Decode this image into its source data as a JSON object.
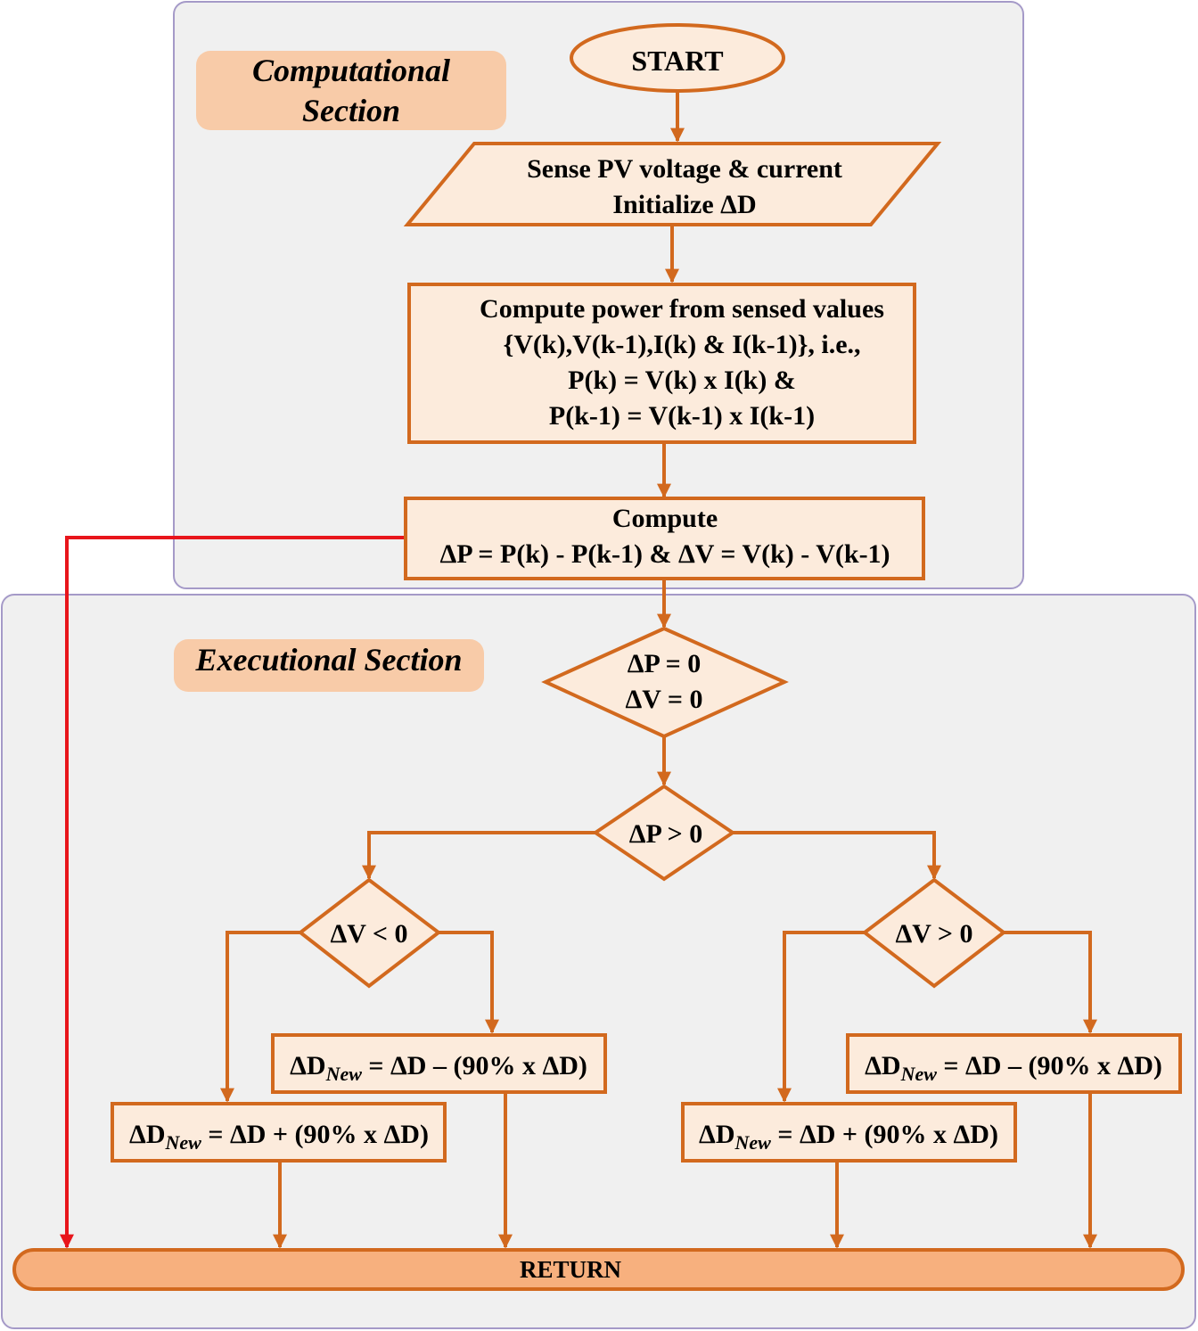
{
  "colors": {
    "stroke": "#d2691e",
    "node_fill": "#fcebdc",
    "return_fill": "#f7b07e",
    "label_fill": "#f8cba8",
    "section_bg": "#f0f0f0",
    "section_border": "#a59ac8",
    "bypass_arrow": "#e8151b"
  },
  "sections": {
    "computational": {
      "label_line1": "Computational",
      "label_line2": "Section"
    },
    "executional": {
      "label": "Executional Section"
    }
  },
  "nodes": {
    "start": "START",
    "sense": {
      "line1": "Sense PV voltage & current",
      "line2": "Initialize ΔD"
    },
    "compute_power": {
      "line1": "Compute power from sensed values",
      "line2": "{V(k),V(k-1),I(k) & I(k-1)}, i.e.,",
      "line3": "P(k) = V(k) x I(k) &",
      "line4": "P(k-1) = V(k-1) x I(k-1)"
    },
    "compute_delta": {
      "line1": "Compute",
      "line2": "ΔP = P(k) - P(k-1) & ΔV = V(k) - V(k-1)"
    },
    "decision_zero": {
      "line1": "ΔP = 0",
      "line2": "ΔV = 0"
    },
    "decision_dp": "ΔP > 0",
    "decision_dv_neg": "ΔV < 0",
    "decision_dv_pos": "ΔV > 0",
    "update_minus": {
      "prefix": "ΔD",
      "subscript": "New",
      "suffix": " = ΔD – (90% x ΔD)"
    },
    "update_plus": {
      "prefix": "ΔD",
      "subscript": "New",
      "suffix": " = ΔD + (90% x ΔD)"
    },
    "return": "RETURN"
  }
}
